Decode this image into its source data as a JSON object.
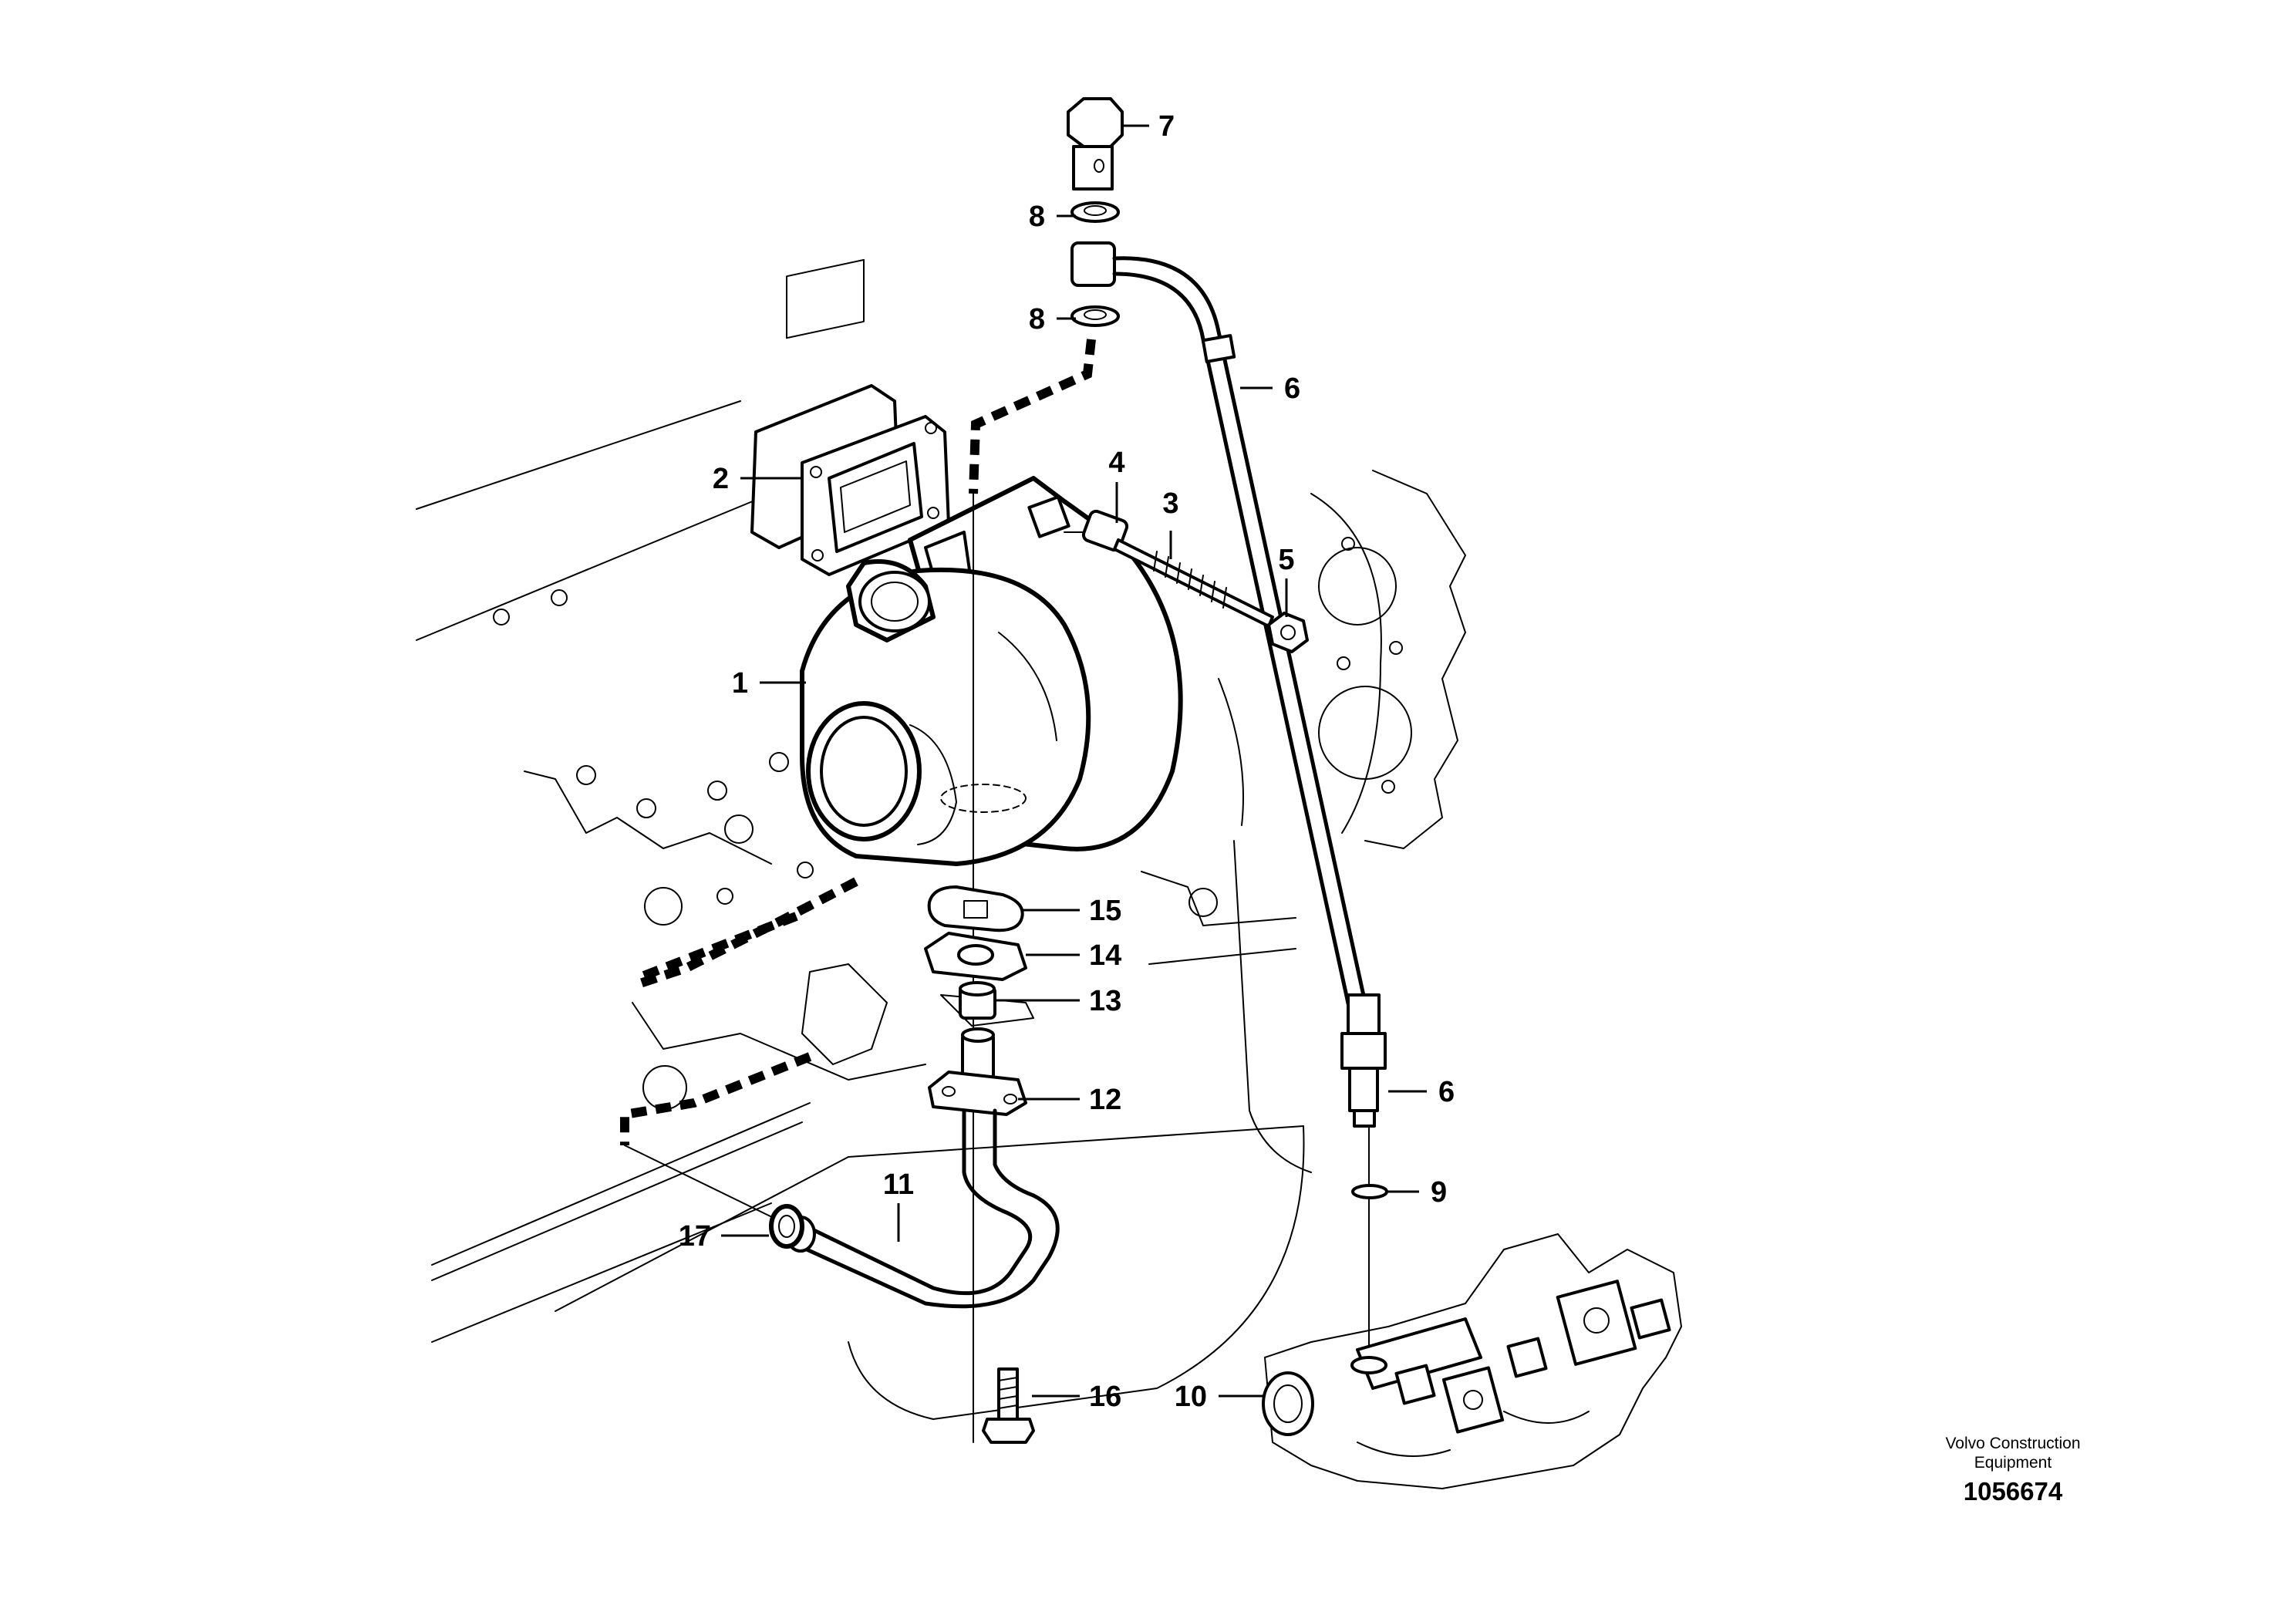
{
  "callouts": [
    {
      "id": "c1",
      "label": "1"
    },
    {
      "id": "c2",
      "label": "2"
    },
    {
      "id": "c3",
      "label": "3"
    },
    {
      "id": "c4",
      "label": "4"
    },
    {
      "id": "c5",
      "label": "5"
    },
    {
      "id": "c6a",
      "label": "6"
    },
    {
      "id": "c6b",
      "label": "6"
    },
    {
      "id": "c7",
      "label": "7"
    },
    {
      "id": "c8a",
      "label": "8"
    },
    {
      "id": "c8b",
      "label": "8"
    },
    {
      "id": "c9",
      "label": "9"
    },
    {
      "id": "c10",
      "label": "10"
    },
    {
      "id": "c11",
      "label": "11"
    },
    {
      "id": "c12",
      "label": "12"
    },
    {
      "id": "c13",
      "label": "13"
    },
    {
      "id": "c14",
      "label": "14"
    },
    {
      "id": "c15",
      "label": "15"
    },
    {
      "id": "c16",
      "label": "16"
    },
    {
      "id": "c17",
      "label": "17"
    }
  ],
  "credit": {
    "line1": "Volvo Construction",
    "line2": "Equipment",
    "number": "1056674"
  }
}
